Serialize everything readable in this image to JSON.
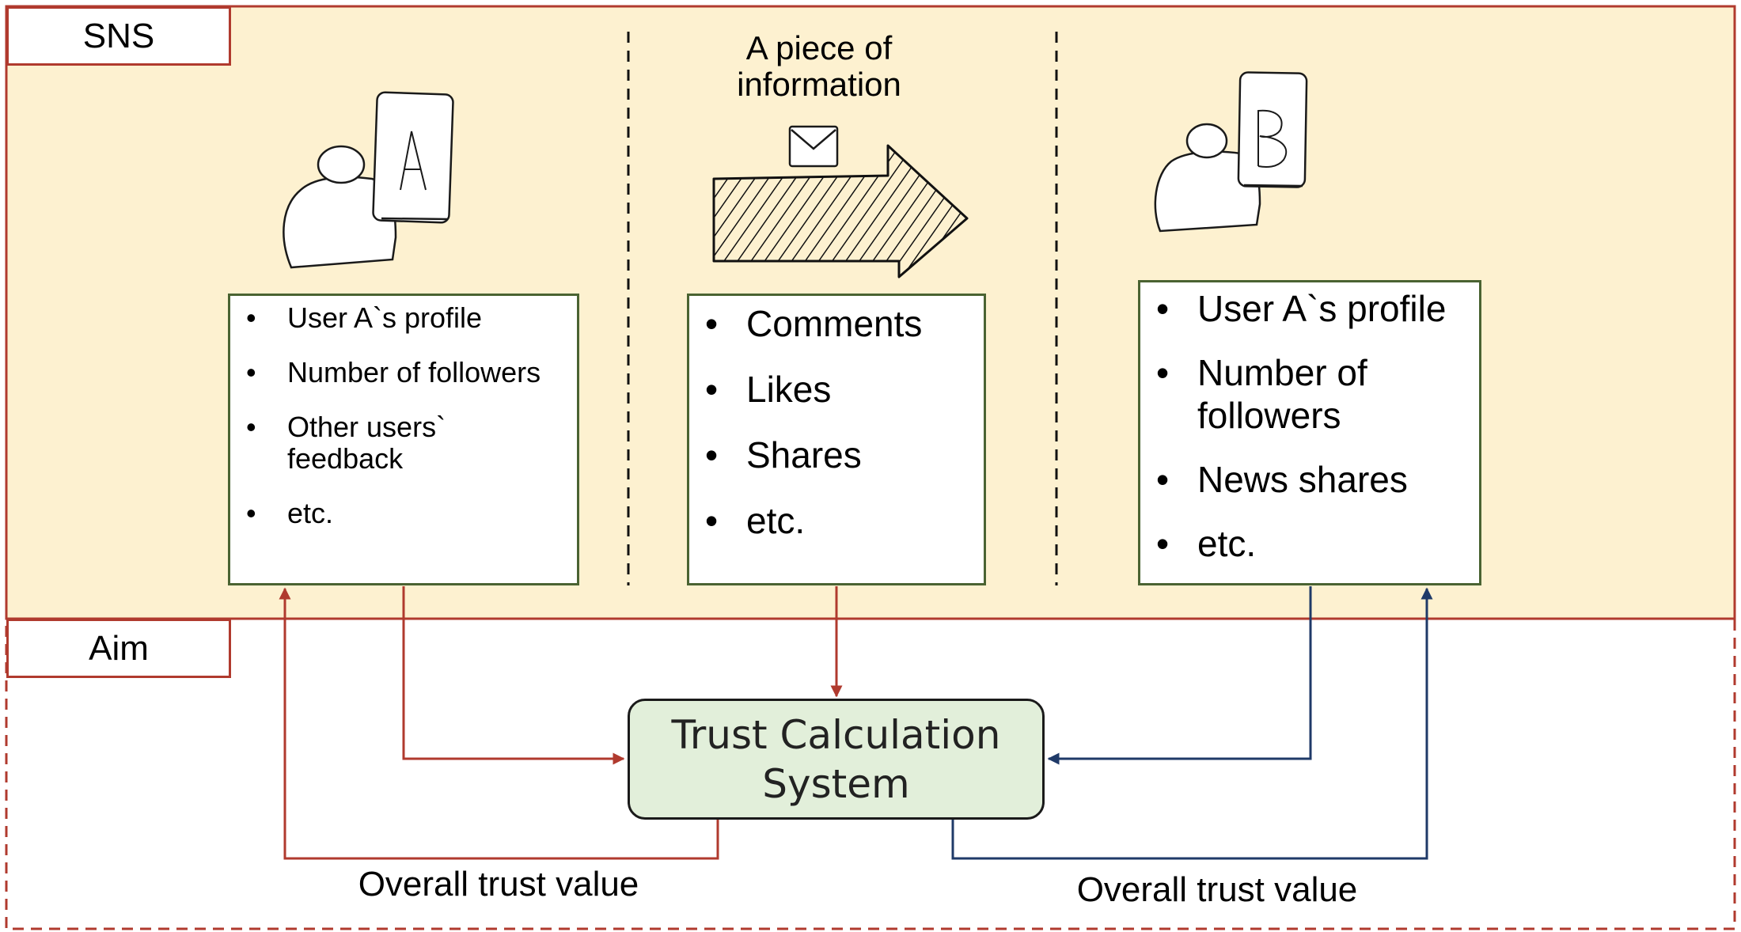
{
  "sections": {
    "sns_label": "SNS",
    "aim_label": "Aim"
  },
  "info_label": "A piece of information",
  "user_a": {
    "avatar_letter": "A",
    "items": [
      "User A`s profile",
      "Number of followers",
      "Other users` feedback",
      "etc."
    ]
  },
  "information": {
    "items": [
      "Comments",
      "Likes",
      "Shares",
      "etc."
    ]
  },
  "user_b": {
    "avatar_letter": "B",
    "items": [
      "User A`s profile",
      "Number of followers",
      "News shares",
      "etc."
    ]
  },
  "system": {
    "label": "Trust Calculation System"
  },
  "outputs": {
    "left_label": "Overall trust value",
    "right_label": "Overall trust value"
  },
  "colors": {
    "sns_fill": "#fdf1d0",
    "section_border": "#b03a2e",
    "list_border": "#4a6332",
    "system_fill": "#e2efda",
    "arrow_red": "#b03a2e",
    "arrow_blue": "#1f3a68"
  }
}
